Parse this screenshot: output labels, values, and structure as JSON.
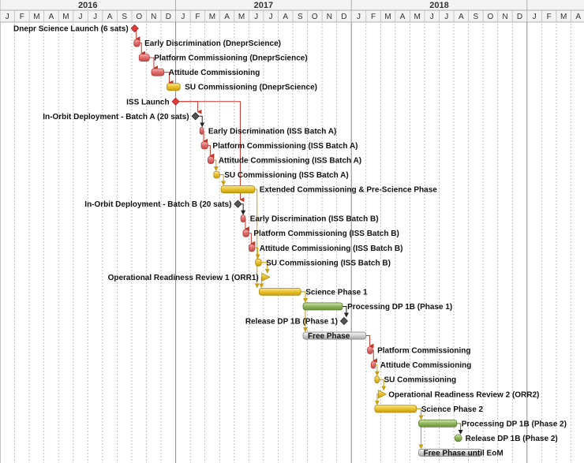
{
  "timeline": {
    "years": [
      "2016",
      "2017",
      "2018"
    ],
    "month_letters": [
      "J",
      "F",
      "M",
      "A",
      "M",
      "J",
      "J",
      "A",
      "S",
      "O",
      "N",
      "D",
      "J",
      "F",
      "M",
      "A",
      "M",
      "J",
      "J",
      "A",
      "S",
      "O",
      "N",
      "D",
      "J",
      "F",
      "M",
      "A",
      "M",
      "J",
      "J",
      "A",
      "S",
      "O",
      "N",
      "D",
      "J",
      "F",
      "M",
      "A"
    ]
  },
  "colors": {
    "red": "#c0392b",
    "red_bar": "#e06c6c",
    "yellow_bar": "#e8c12a",
    "green_bar": "#8fb55a",
    "gray_bar": "#d0d0d0",
    "milestone": "#555555",
    "grid": "#aaaaaa"
  },
  "tasks": [
    {
      "label": "Dnepr Science Launch (6 sats)",
      "type": "milestone",
      "color": "red",
      "label_side": "left"
    },
    {
      "label": "Early Discrimination (DneprScience)",
      "type": "bar",
      "color": "red"
    },
    {
      "label": "Platform Commissioning (DneprScience)",
      "type": "bar",
      "color": "red"
    },
    {
      "label": "Attitude Commissioning",
      "type": "bar",
      "color": "red"
    },
    {
      "label": "SU Commissioning (DneprScience)",
      "type": "bar",
      "color": "yellow"
    },
    {
      "label": "ISS Launch",
      "type": "milestone",
      "color": "red",
      "label_side": "left"
    },
    {
      "label": "In-Orbit Deployment - Batch A (20 sats)",
      "type": "milestone",
      "color": "gray",
      "label_side": "left"
    },
    {
      "label": "Early Discrimination (ISS Batch A)",
      "type": "bar",
      "color": "red"
    },
    {
      "label": "Platform Commissioning (ISS Batch A)",
      "type": "bar",
      "color": "red"
    },
    {
      "label": "Attitude Commissioning (ISS Batch A)",
      "type": "bar",
      "color": "red"
    },
    {
      "label": "SU Commissioning (ISS Batch A)",
      "type": "bar",
      "color": "yellow"
    },
    {
      "label": "Extended Commissioning & Pre-Science Phase",
      "type": "bar",
      "color": "yellow"
    },
    {
      "label": "In-Orbit Deployment - Batch B (20 sats)",
      "type": "milestone",
      "color": "gray",
      "label_side": "left"
    },
    {
      "label": "Early Discrimination (ISS Batch B)",
      "type": "bar",
      "color": "red"
    },
    {
      "label": "Platform Commissioning (ISS Batch B)",
      "type": "bar",
      "color": "red"
    },
    {
      "label": "Attitude Commissioning (ISS Batch B)",
      "type": "bar",
      "color": "red"
    },
    {
      "label": "SU Commissioning (ISS Batch B)",
      "type": "bar",
      "color": "yellow"
    },
    {
      "label": "Operational Readiness Review 1 (ORR1)",
      "type": "milestone",
      "color": "yellow",
      "label_side": "left"
    },
    {
      "label": "Science Phase 1",
      "type": "bar",
      "color": "yellow"
    },
    {
      "label": "Processing DP 1B (Phase 1)",
      "type": "bar",
      "color": "green"
    },
    {
      "label": "Release DP 1B (Phase 1)",
      "type": "milestone",
      "color": "gray",
      "label_side": "left"
    },
    {
      "label": "Free Phase",
      "type": "bar",
      "color": "gray",
      "label_inside": true
    },
    {
      "label": "Platform Commissioning",
      "type": "bar",
      "color": "red"
    },
    {
      "label": "Attitude Commissioning",
      "type": "bar",
      "color": "red"
    },
    {
      "label": "SU Commissioning",
      "type": "bar",
      "color": "yellow"
    },
    {
      "label": "Operational Readiness Review 2 (ORR2)",
      "type": "milestone",
      "color": "yellow"
    },
    {
      "label": "Science Phase 2",
      "type": "bar",
      "color": "yellow"
    },
    {
      "label": "Processing DP 1B (Phase 2)",
      "type": "bar",
      "color": "green"
    },
    {
      "label": "Release DP 1B (Phase 2)",
      "type": "milestone",
      "color": "green"
    },
    {
      "label": "Free Phase until EoM",
      "type": "bar",
      "color": "gray",
      "label_inside": true
    }
  ]
}
